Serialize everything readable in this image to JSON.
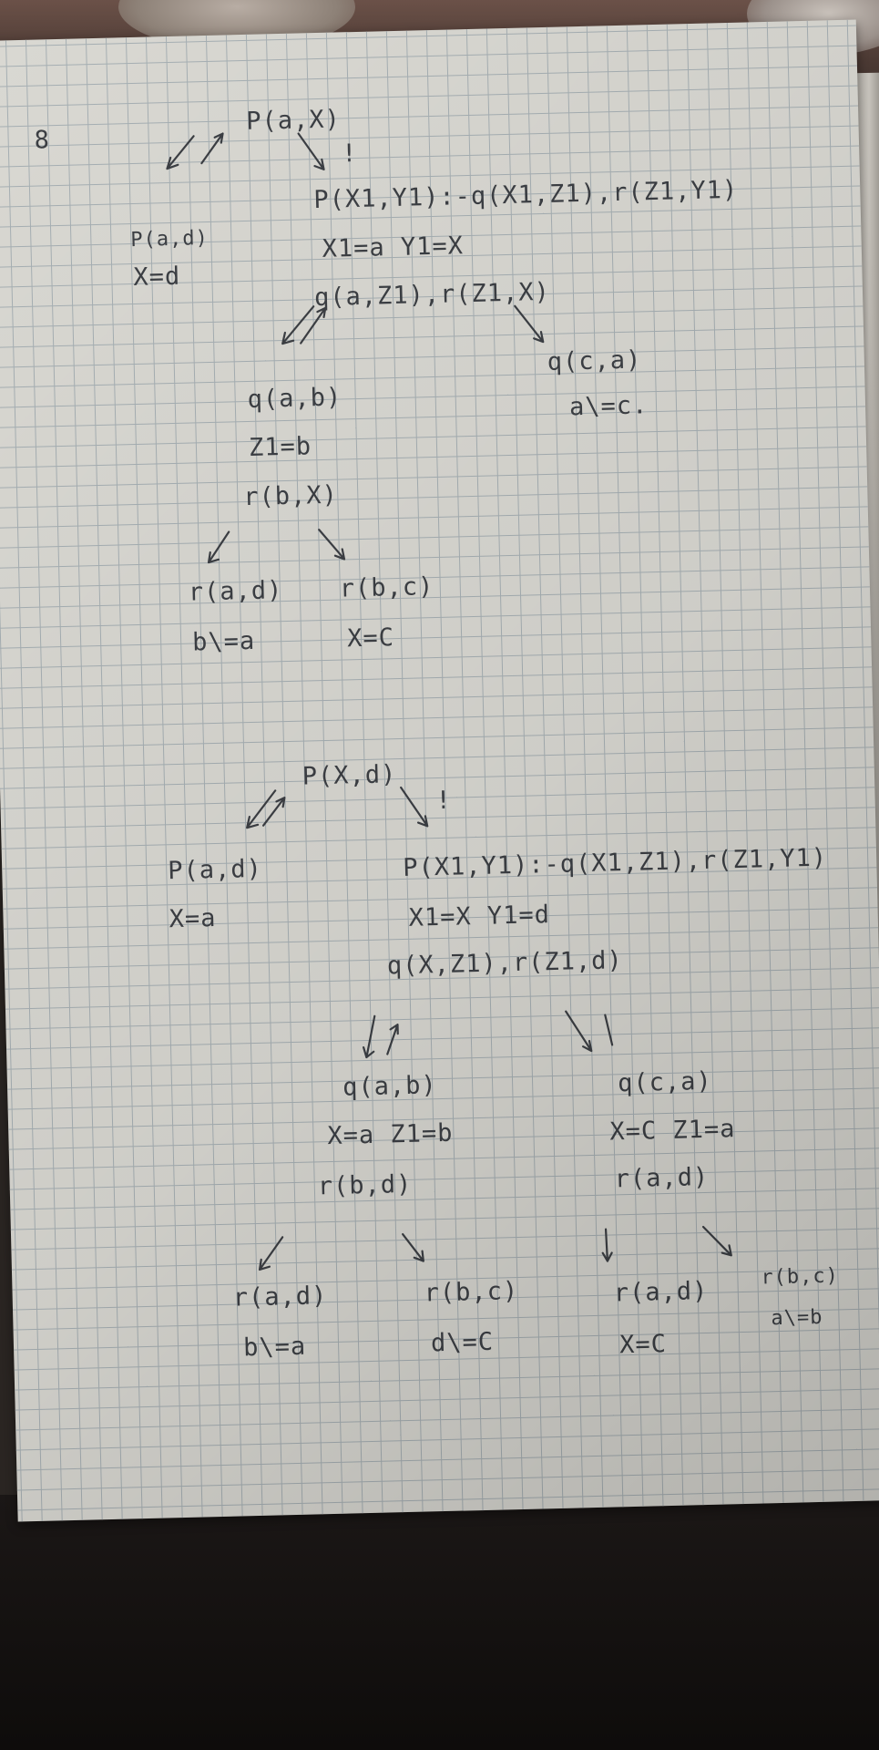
{
  "tree1": {
    "page_mark": "8",
    "root": "P(a,X)",
    "cut_mark": "!",
    "left_goal": "P(a,d)",
    "left_binding": "X=d",
    "rule": "P(X1,Y1):-q(X1,Z1),r(Z1,Y1)",
    "rule_bindings": "X1=a   Y1=X",
    "resolvent": "q(a,Z1),r(Z1,X)",
    "right_goal": "q(c,a)",
    "right_fail": "a\\=c.",
    "mid_goal": "q(a,b)",
    "mid_binding": "Z1=b",
    "mid_next": "r(b,X)",
    "leaf_left_goal": "r(a,d)",
    "leaf_left_fail": "b\\=a",
    "leaf_right_goal": "r(b,c)",
    "leaf_right_binding": "X=C"
  },
  "tree2": {
    "root": "P(X,d)",
    "cut_mark": "!",
    "left_goal": "P(a,d)",
    "left_binding": "X=a",
    "rule": "P(X1,Y1):-q(X1,Z1),r(Z1,Y1)",
    "rule_bindings": "X1=X   Y1=d",
    "resolvent": "q(X,Z1),r(Z1,d)",
    "left_mid_goal": "q(a,b)",
    "left_mid_binding": "X=a  Z1=b",
    "left_mid_next": "r(b,d)",
    "right_mid_goal": "q(c,a)",
    "right_mid_binding": "X=C  Z1=a",
    "right_mid_next": "r(a,d)",
    "leaf1_goal": "r(a,d)",
    "leaf1_fail": "b\\=a",
    "leaf2_goal": "r(b,c)",
    "leaf2_fail": "d\\=C",
    "leaf3_goal": "r(a,d)",
    "leaf3_result": "X=C",
    "leaf4_goal": "r(b,c)",
    "leaf4_fail": "a\\=b"
  }
}
